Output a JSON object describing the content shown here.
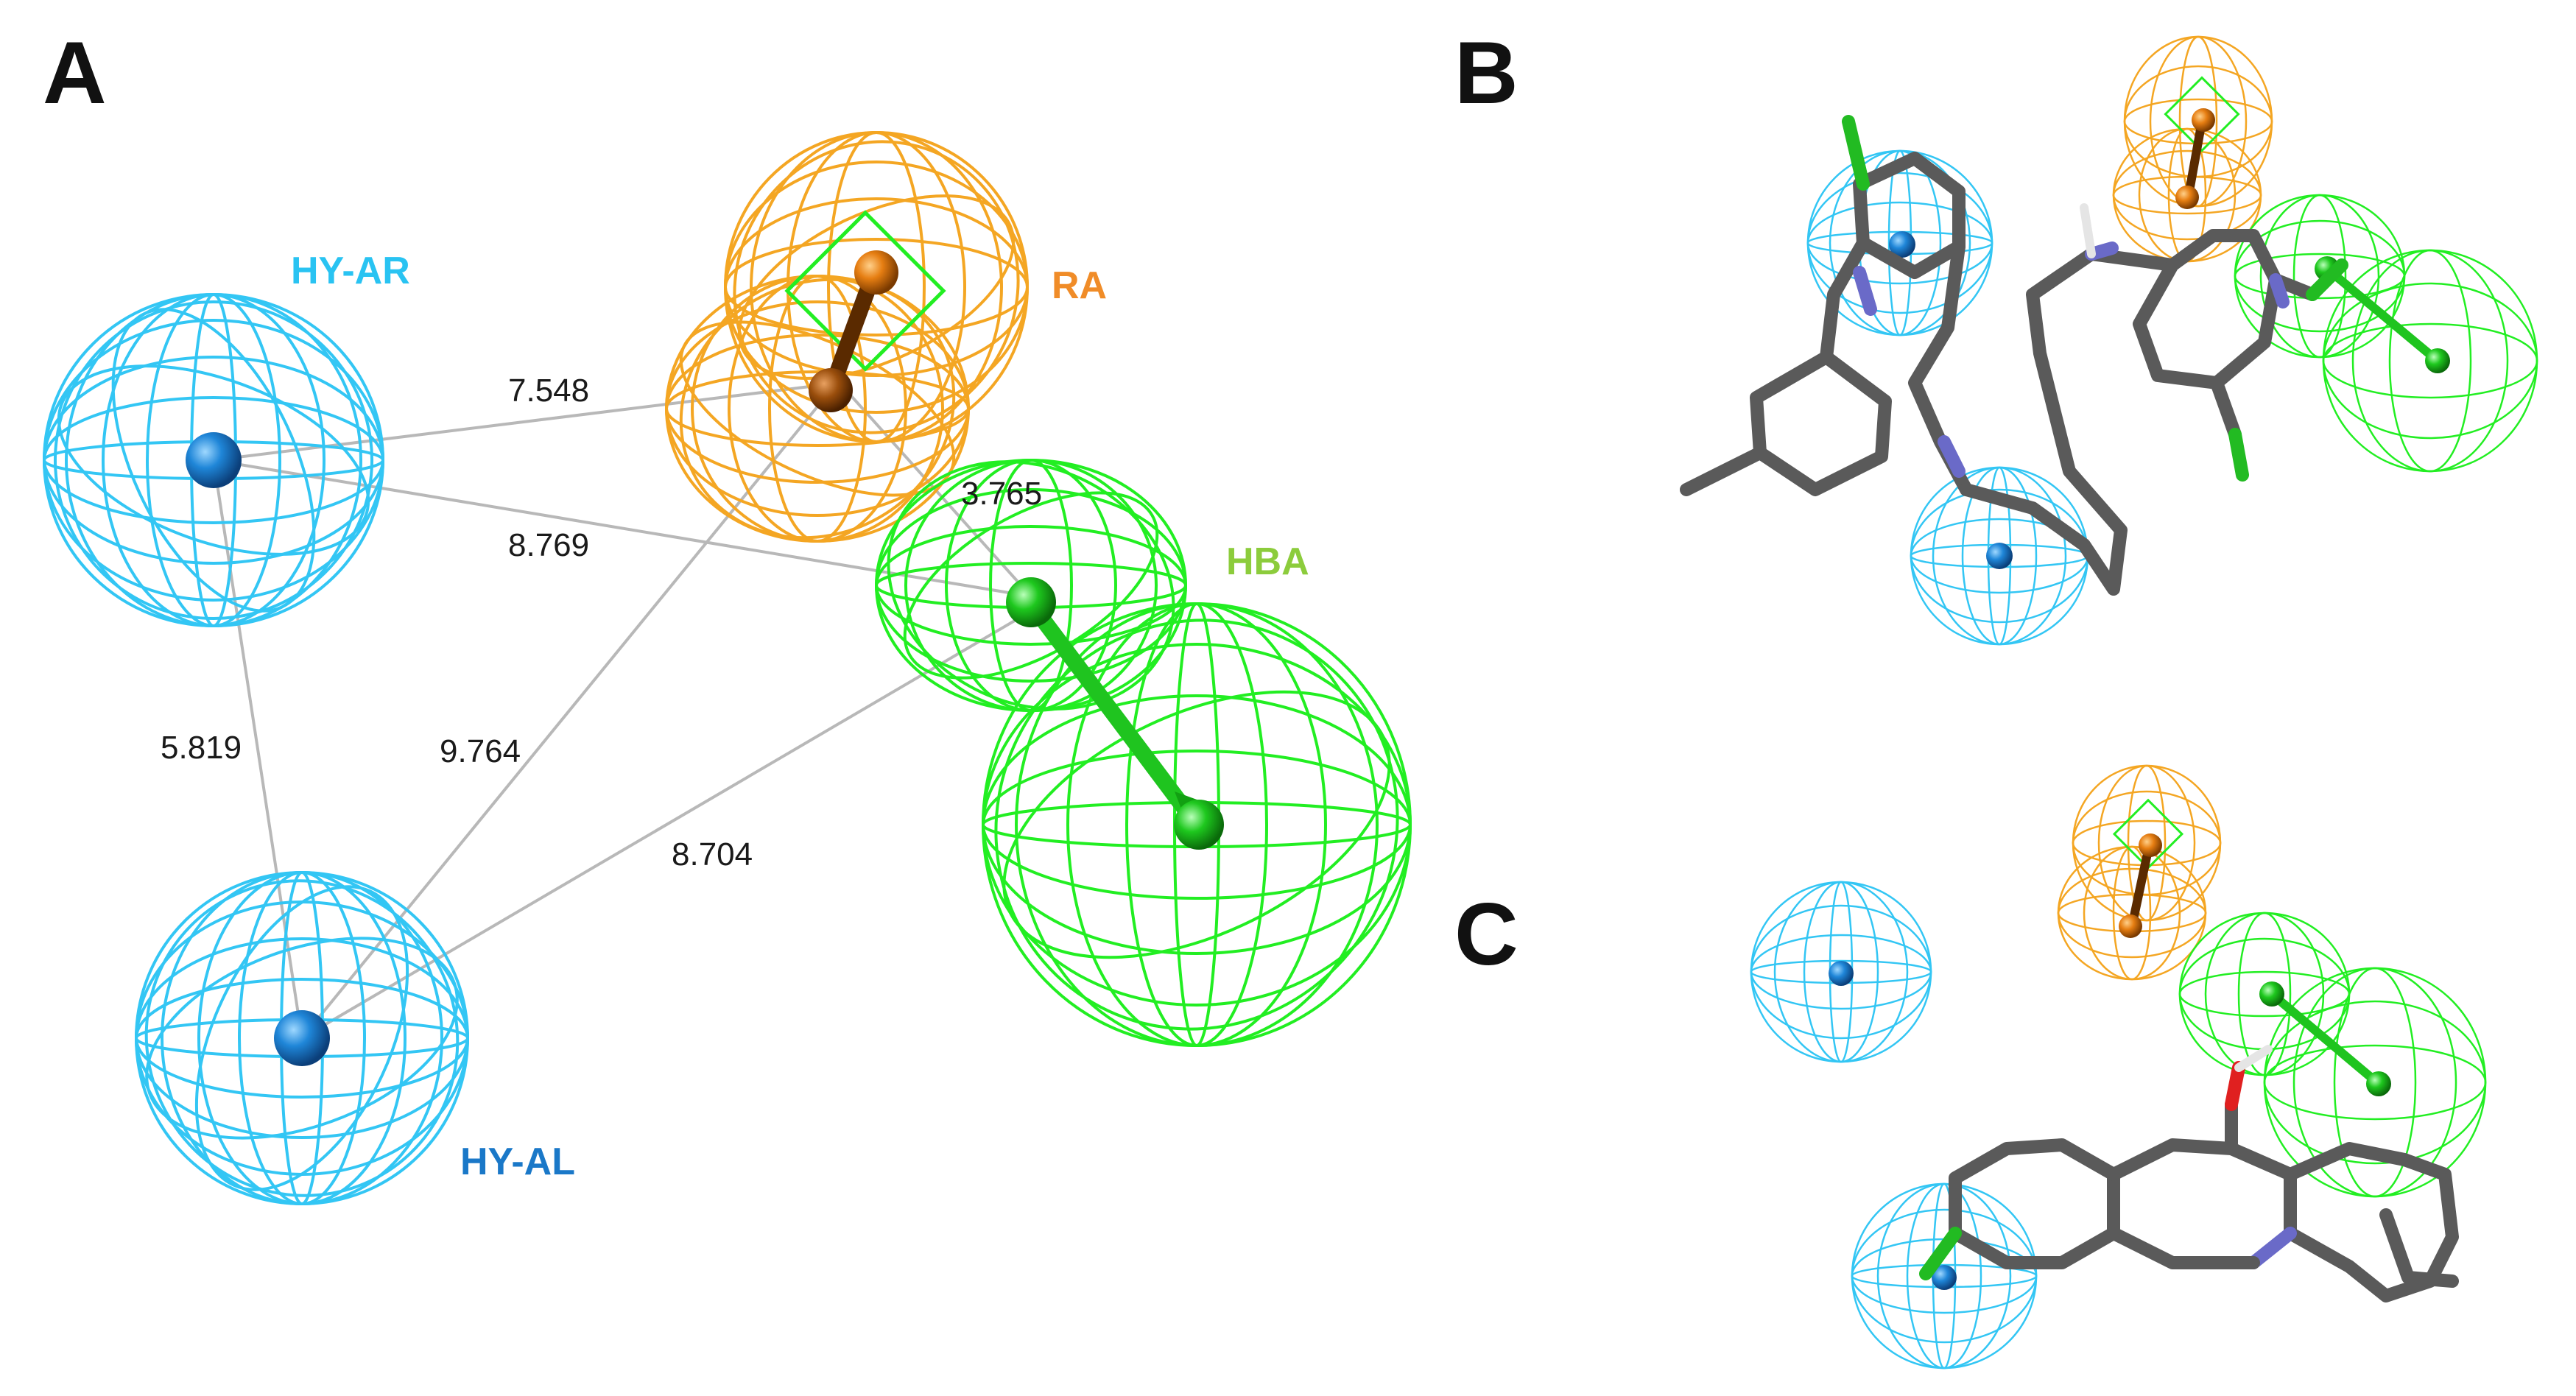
{
  "panels": {
    "a": {
      "letter": "A"
    },
    "b": {
      "letter": "B"
    },
    "c": {
      "letter": "C"
    }
  },
  "features": {
    "hy_ar": {
      "label": "HY-AR",
      "color": "#29c3f2"
    },
    "hy_al": {
      "label": "HY-AL",
      "color": "#1a78c8"
    },
    "ra": {
      "label": "RA",
      "color": "#f08c28"
    },
    "hba": {
      "label": "HBA",
      "color": "#8ccc3c"
    }
  },
  "distances": {
    "hyar_ra": "7.548",
    "hyar_hba": "8.769",
    "ra_hba": "3.765",
    "hyar_hyal": "5.819",
    "hyal_ra": "9.764",
    "hyal_hba": "8.704"
  },
  "colors": {
    "cyan_mesh": "#33c6f4",
    "blue_sphere": "#1f7fd4",
    "orange_mesh": "#f4a623",
    "orange_sphere": "#e07b10",
    "green_mesh": "#22ee22",
    "green_sphere": "#1fc41f",
    "carbon": "#6b6b6b",
    "nitrogen": "#6666cc",
    "oxygen": "#e02020",
    "chlorine": "#22bb22",
    "distance_line": "#b8b8b8"
  }
}
